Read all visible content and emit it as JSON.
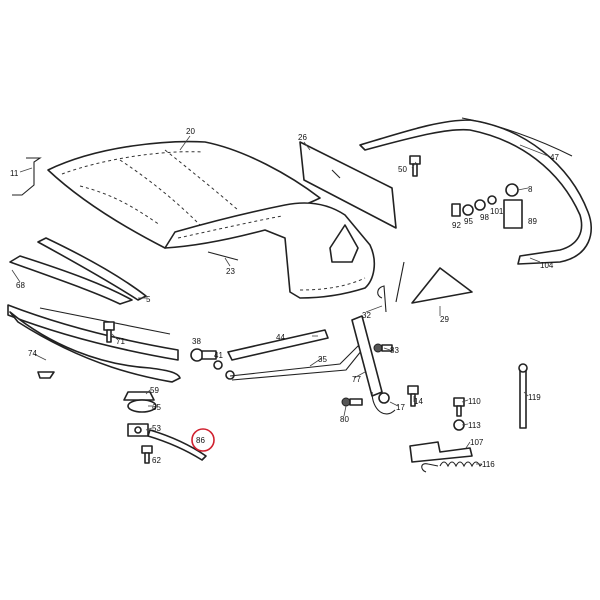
{
  "diagram": {
    "callouts": [
      "20",
      "26",
      "47",
      "11",
      "50",
      "8",
      "92",
      "95",
      "98",
      "101",
      "89",
      "23",
      "104",
      "68",
      "5",
      "32",
      "29",
      "71",
      "38",
      "41",
      "44",
      "35",
      "83",
      "74",
      "77",
      "119",
      "59",
      "65",
      "80",
      "17",
      "14",
      "110",
      "113",
      "53",
      "86",
      "107",
      "62",
      "116"
    ],
    "highlighted_callout": "86",
    "colors": {
      "line": "#222222",
      "highlight": "#d0202e",
      "background": "#ffffff"
    }
  }
}
